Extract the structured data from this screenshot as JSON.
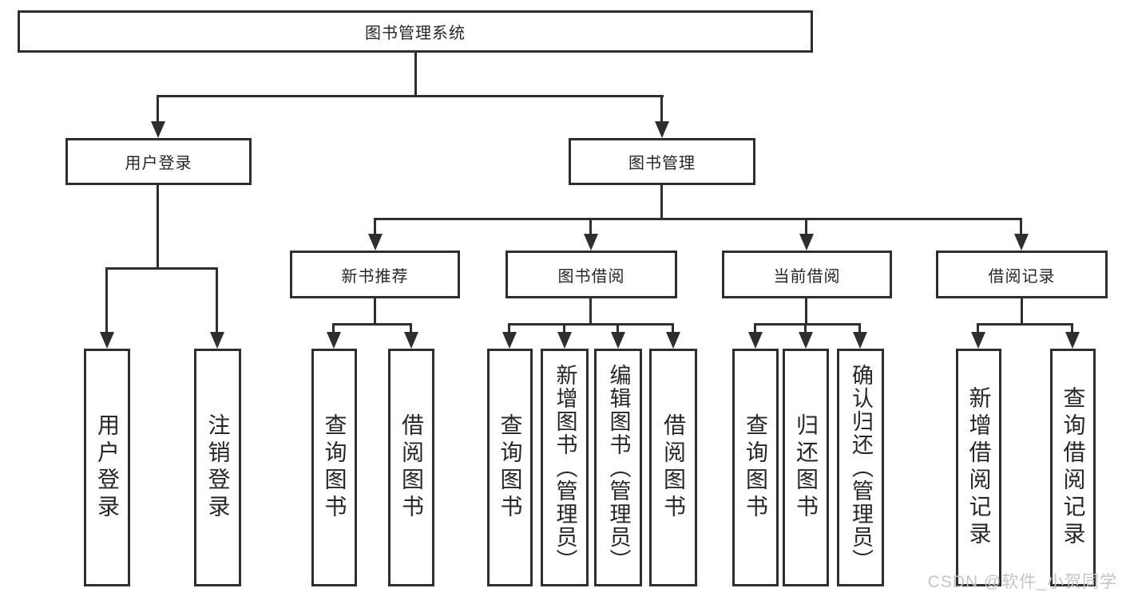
{
  "colors": {
    "line": "#2e2e2e",
    "text": "#262626",
    "background": "#ffffff",
    "watermark": "#c4c4c4"
  },
  "nodes": {
    "root": {
      "label": "图书管理系统"
    },
    "user_login": {
      "label": "用户登录"
    },
    "book_management": {
      "label": "图书管理"
    },
    "new_book_recommendation": {
      "label": "新书推荐"
    },
    "book_borrowing": {
      "label": "图书借阅"
    },
    "current_borrowing": {
      "label": "当前借阅"
    },
    "borrowing_records": {
      "label": "借阅记录"
    }
  },
  "leaves": [
    {
      "parent": "用户登录",
      "label": "用户登录"
    },
    {
      "parent": "用户登录",
      "label": "注销登录"
    },
    {
      "parent": "新书推荐",
      "label": "查询图书"
    },
    {
      "parent": "新书推荐",
      "label": "借阅图书"
    },
    {
      "parent": "图书借阅",
      "label": "查询图书"
    },
    {
      "parent": "图书借阅",
      "label": "新增图书（管理员）"
    },
    {
      "parent": "图书借阅",
      "label": "编辑图书（管理员）"
    },
    {
      "parent": "图书借阅",
      "label": "借阅图书"
    },
    {
      "parent": "当前借阅",
      "label": "查询图书"
    },
    {
      "parent": "当前借阅",
      "label": "归还图书"
    },
    {
      "parent": "当前借阅",
      "label": "确认归还（管理员）"
    },
    {
      "parent": "借阅记录",
      "label": "新增借阅记录"
    },
    {
      "parent": "借阅记录",
      "label": "查询借阅记录"
    }
  ],
  "watermark": {
    "text": "CSDN @软件_小贺同学"
  }
}
